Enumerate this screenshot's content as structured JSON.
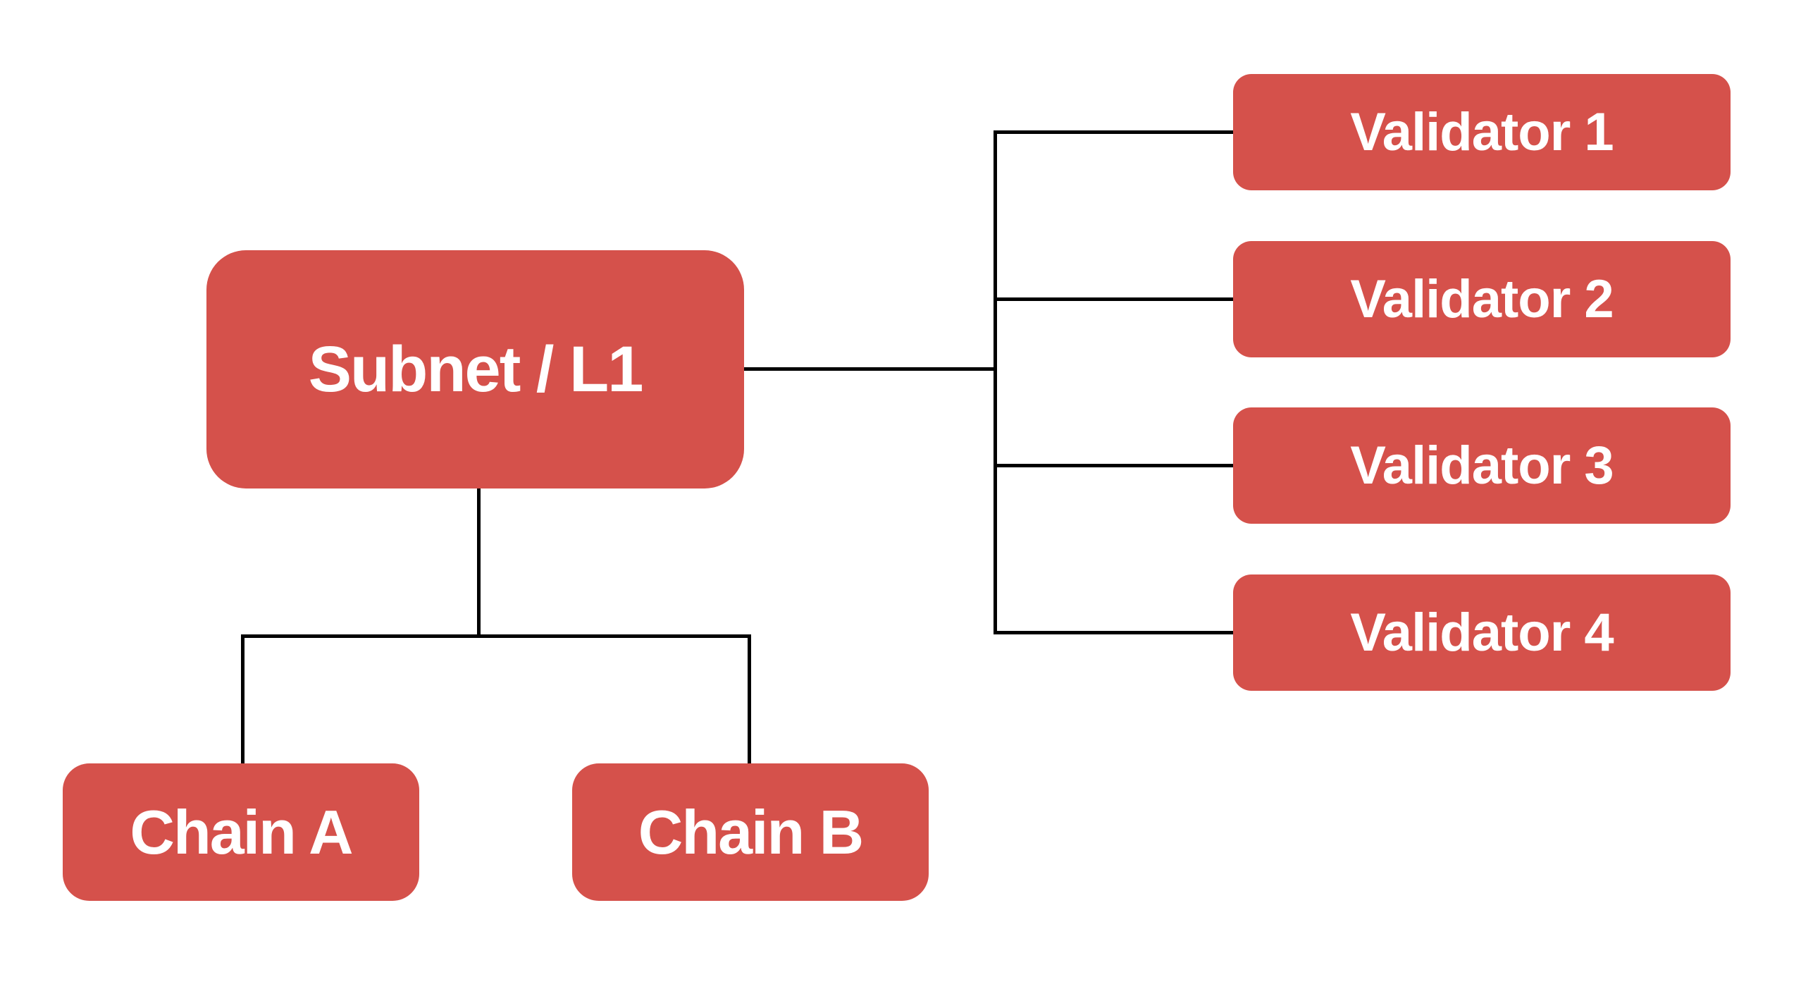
{
  "diagram": {
    "background_color": "#ffffff",
    "node_fill_color": "#d5514b",
    "node_text_color": "#ffffff",
    "edge_color": "#000000",
    "nodes": {
      "subnet": {
        "label": "Subnet / L1"
      },
      "chain_a": {
        "label": "Chain A"
      },
      "chain_b": {
        "label": "Chain B"
      },
      "validator_1": {
        "label": "Validator 1"
      },
      "validator_2": {
        "label": "Validator 2"
      },
      "validator_3": {
        "label": "Validator 3"
      },
      "validator_4": {
        "label": "Validator 4"
      }
    }
  }
}
